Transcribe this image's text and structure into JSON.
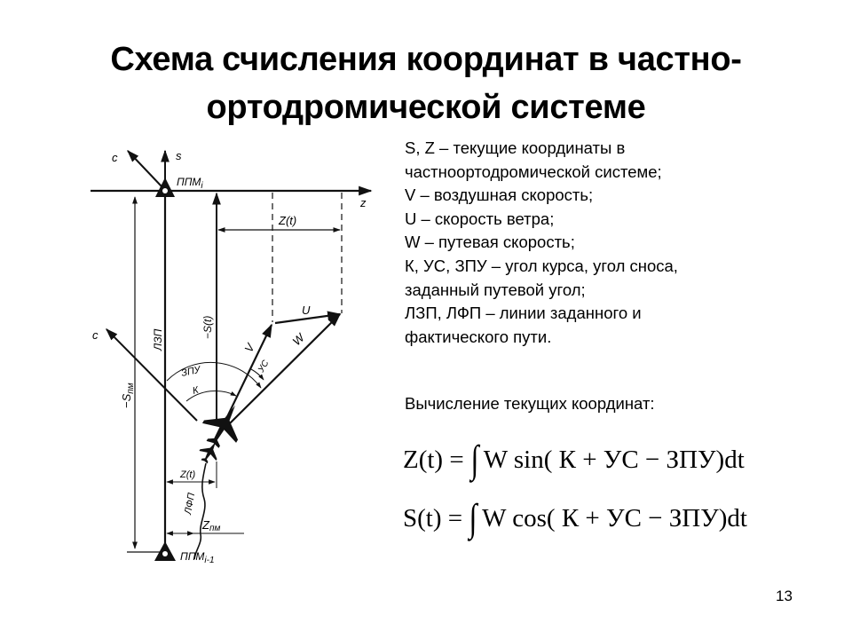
{
  "slide": {
    "title_lines": [
      "Схема счисления координат в частно-",
      "ортодромической системе"
    ],
    "page_number": "13"
  },
  "legend": {
    "lines": [
      "S, Z – текущие координаты в",
      "частноортодромической системе;",
      "V – воздушная скорость;",
      "U – скорость ветра;",
      "W – путевая скорость;",
      "К, УС, ЗПУ – угол курса, угол сноса,",
      "заданный путевой угол;",
      "ЛЗП, ЛФП – линии заданного и",
      "фактического пути."
    ]
  },
  "calculation": {
    "label": "Вычисление текущих координат:",
    "formulas": [
      {
        "lhs": "Z(t) =",
        "integral": "∫",
        "rhs": "W sin( К + УС − ЗПУ)dt"
      },
      {
        "lhs": "S(t) =",
        "integral": "∫",
        "rhs": "W cos( К + УС − ЗПУ)dt"
      }
    ]
  },
  "diagram": {
    "labels": {
      "c_top": "c",
      "s_axis": "s",
      "ppm_i": "ППМ",
      "ppm_i_sub": "i",
      "z_axis": "z",
      "z_t_top": "Z(t)",
      "u": "U",
      "w": "W",
      "v": "V",
      "uc": "УС",
      "zpu": "ЗПУ",
      "k": "К",
      "s_t": "−S(t)",
      "lzp": "ЛЗП",
      "s_pm": "−S",
      "s_pm_sub": "пм",
      "c_left": "c",
      "z_t_bottom": "Z(t)",
      "lfp": "ЛФП",
      "z_pm": "Z",
      "z_pm_sub": "пм",
      "ppm_i1": "ППМ",
      "ppm_i1_sub": "i-1"
    },
    "colors": {
      "ink": "#111111",
      "background": "#ffffff"
    }
  }
}
